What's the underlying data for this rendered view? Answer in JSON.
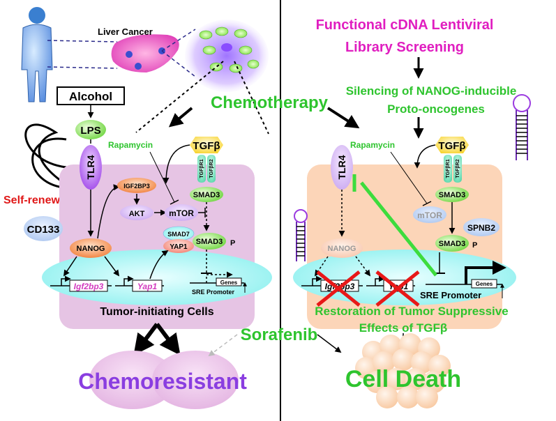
{
  "left": {
    "liver_cancer": "Liver Cancer",
    "alcohol": "Alcohol",
    "lps": "LPS",
    "rapamycin": "Rapamycin",
    "tgfb": "TGFβ",
    "tlr4": "TLR4",
    "self_renewal": "Self-renewal",
    "cd133": "CD133",
    "igf2bp3_protein": "IGF2BP3",
    "akt": "AKT",
    "mtor": "mTOR",
    "tgfbr1": "TGFβR1",
    "tgfbr2": "TGFβR2",
    "smad3": "SMAD3",
    "smad7": "SMAD7",
    "yap1": "YAP1",
    "smad3p": "SMAD3",
    "p": "P",
    "nanog": "NANOG",
    "gene_igf2bp3": "Igf2bp3",
    "gene_yap1": "Yap1",
    "genes": "Genes",
    "sre_promoter": "SRE Promoter",
    "tumor_cells": "Tumor-initiating Cells",
    "chemoresistant": "Chemoresistant"
  },
  "center": {
    "chemotherapy": "Chemotherapy",
    "sorafenib": "Sorafenib"
  },
  "right": {
    "title_line1": "Functional cDNA Lentiviral",
    "title_line2": "Library Screening",
    "silencing_line1": "Silencing of NANOG-inducible",
    "silencing_line2": "Proto-oncogenes",
    "rapamycin": "Rapamycin",
    "tgfb": "TGFβ",
    "tlr4": "TLR4",
    "mtor": "mTOR",
    "tgfbr1": "TGFβR1",
    "tgfbr2": "TGFβR2",
    "smad3": "SMAD3",
    "spnb2": "SPNB2",
    "smad3p": "SMAD3",
    "p": "P",
    "nanog": "NANOG",
    "gene_igf2bp3": "Igf2bp3",
    "gene_yap1": "Yap1",
    "genes": "Genes",
    "sre_promoter": "SRE Promoter",
    "restoration_line1": "Restoration of Tumor Suppressive",
    "restoration_line2": "Effects of TGFβ",
    "cell_death": "Cell Death"
  }
}
